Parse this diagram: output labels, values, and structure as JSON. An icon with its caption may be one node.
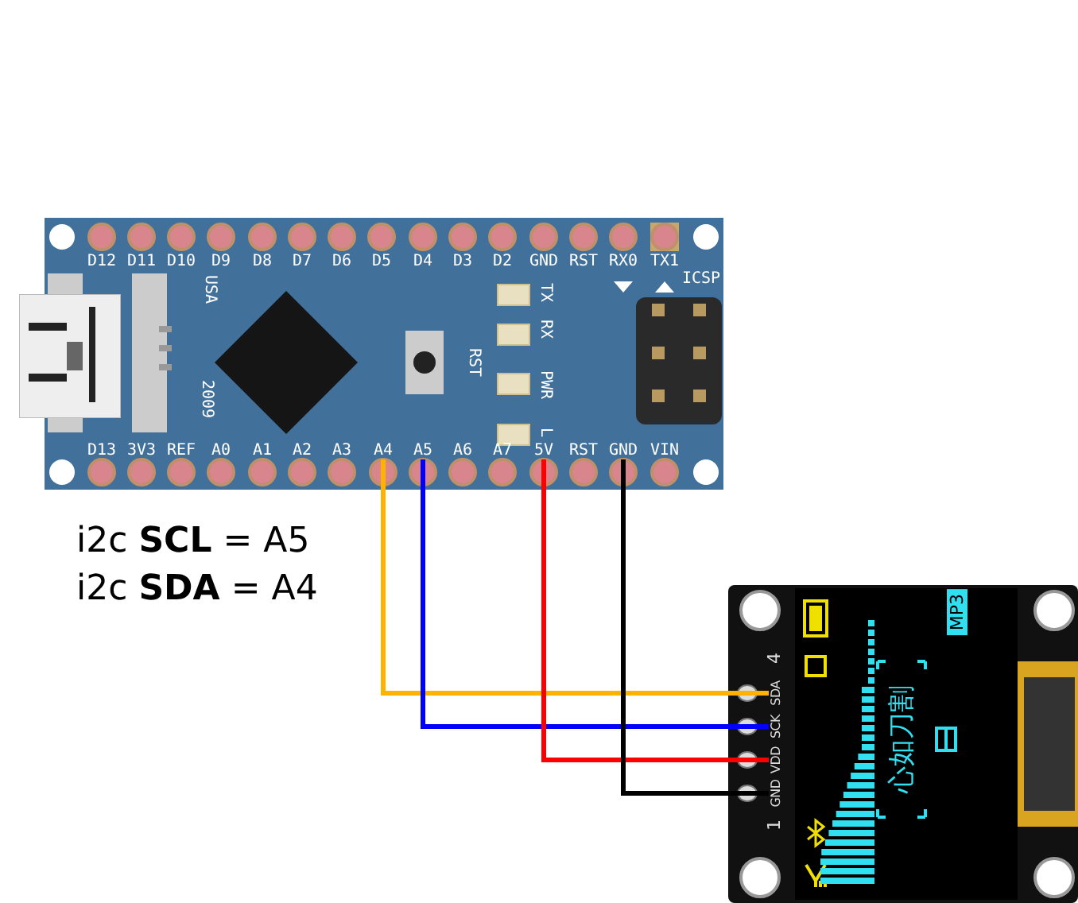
{
  "diagram": {
    "nodes": [
      {
        "text": [],
        "shape": "picture"
      },
      {
        "text": [
          "A4"
        ],
        "in": 0
      },
      {
        "text": [
          "A5"
        ],
        "in": 0
      },
      {
        "text": [
          "5V"
        ],
        "in": 0
      },
      {
        "text": [
          "GND"
        ],
        "in": 0
      },
      {
        "text": [],
        "shape": "picture"
      },
      {
        "text": [
          "SDA"
        ],
        "in": 5
      },
      {
        "text": [
          "SCK"
        ],
        "in": 5
      },
      {
        "text": [
          "VDD"
        ],
        "in": 5
      },
      {
        "text": [
          "GND"
        ],
        "in": 5
      }
    ],
    "edges": [
      {
        "from": 1,
        "to": 6,
        "arrow": "none",
        "color": "#ffb300"
      },
      {
        "from": 2,
        "to": 7,
        "arrow": "none",
        "color": "#0000ff"
      },
      {
        "from": 3,
        "to": 8,
        "arrow": "none",
        "color": "#ff0000"
      },
      {
        "from": 4,
        "to": 9,
        "arrow": "none",
        "color": "#000000"
      }
    ],
    "labels": [
      "D12",
      "D11",
      "D10",
      "D9",
      "D8",
      "D7",
      "D6",
      "D5",
      "D4",
      "D3",
      "D2",
      "GND",
      "RST",
      "RX0",
      "TX1",
      "TX",
      "RX",
      "ICSP",
      "USA",
      "RST",
      "PWR",
      "2009",
      "L",
      "D13",
      "3V3",
      "REF",
      "A0",
      "A1",
      "A2",
      "A3",
      "A6",
      "A7",
      "RST",
      "VIN",
      "i2c **SCL** = A5",
      "i2c **SDA** = A4",
      "4",
      "1",
      "MP3",
      "心如刀割"
    ]
  }
}
